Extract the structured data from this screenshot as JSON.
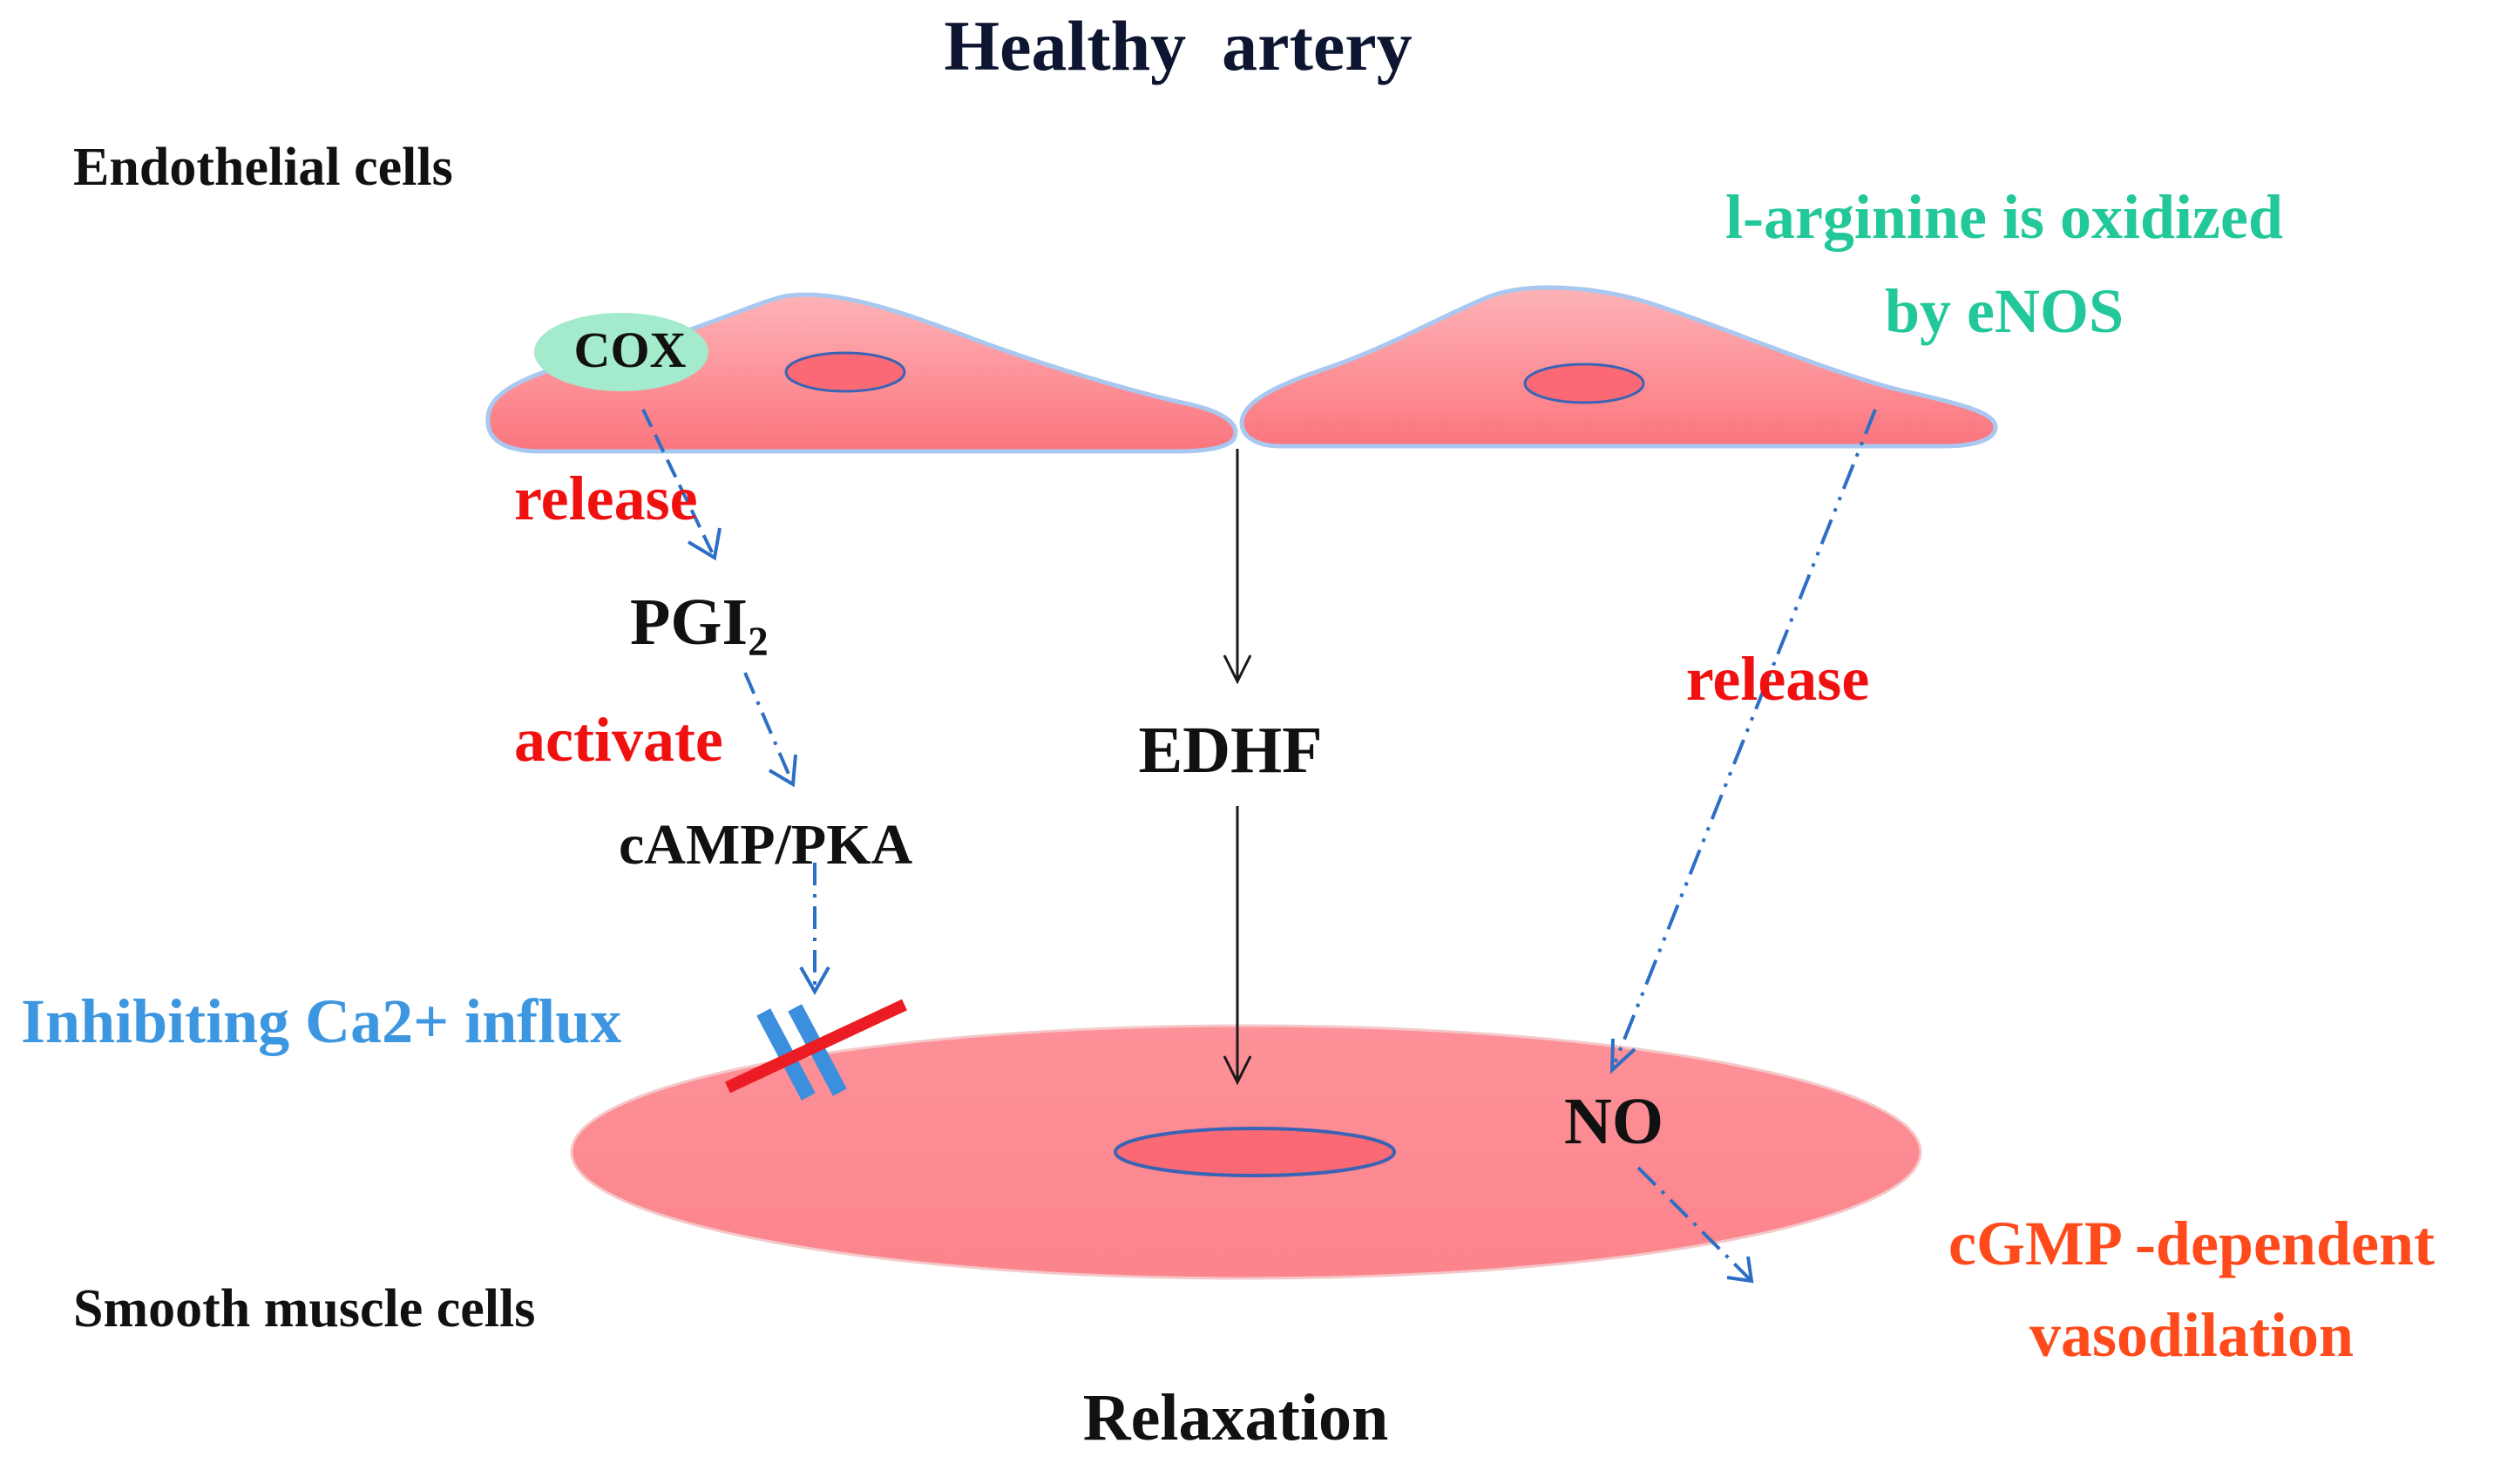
{
  "title": "Healthy  artery",
  "labels": {
    "endothelial": "Endothelial cells",
    "smooth_muscle": "Smooth muscle cells",
    "relaxation": "Relaxation",
    "cox": "COX",
    "release_left": "release",
    "pgi": "PGI",
    "pgi_sub": "2",
    "activate": "activate",
    "camp": "cAMP/PKA",
    "edhf": "EDHF",
    "inhibit": "Inhibiting Ca2+ influx",
    "larginine_line1": "l-arginine is oxidized",
    "larginine_line2": "by eNOS",
    "release_right": "release",
    "no": "NO",
    "cgmp_line1": "cGMP -dependent",
    "cgmp_line2": "vasodilation"
  },
  "colors": {
    "cell_fill": "#fd8a92",
    "cell_outline": "#a9c8f0",
    "nucleus_fill": "#fb6a74",
    "nucleus_outline": "#3b63b5",
    "cox_fill": "#a3ebcc",
    "arrow_blue": "#2d6fc4",
    "channel_blue": "#3b8fdc",
    "block_red": "#ec1c24",
    "red_text": "#f01010",
    "teal_text": "#22c79a",
    "blue_text": "#3d96e0",
    "orange_text": "#ff4a1c"
  }
}
